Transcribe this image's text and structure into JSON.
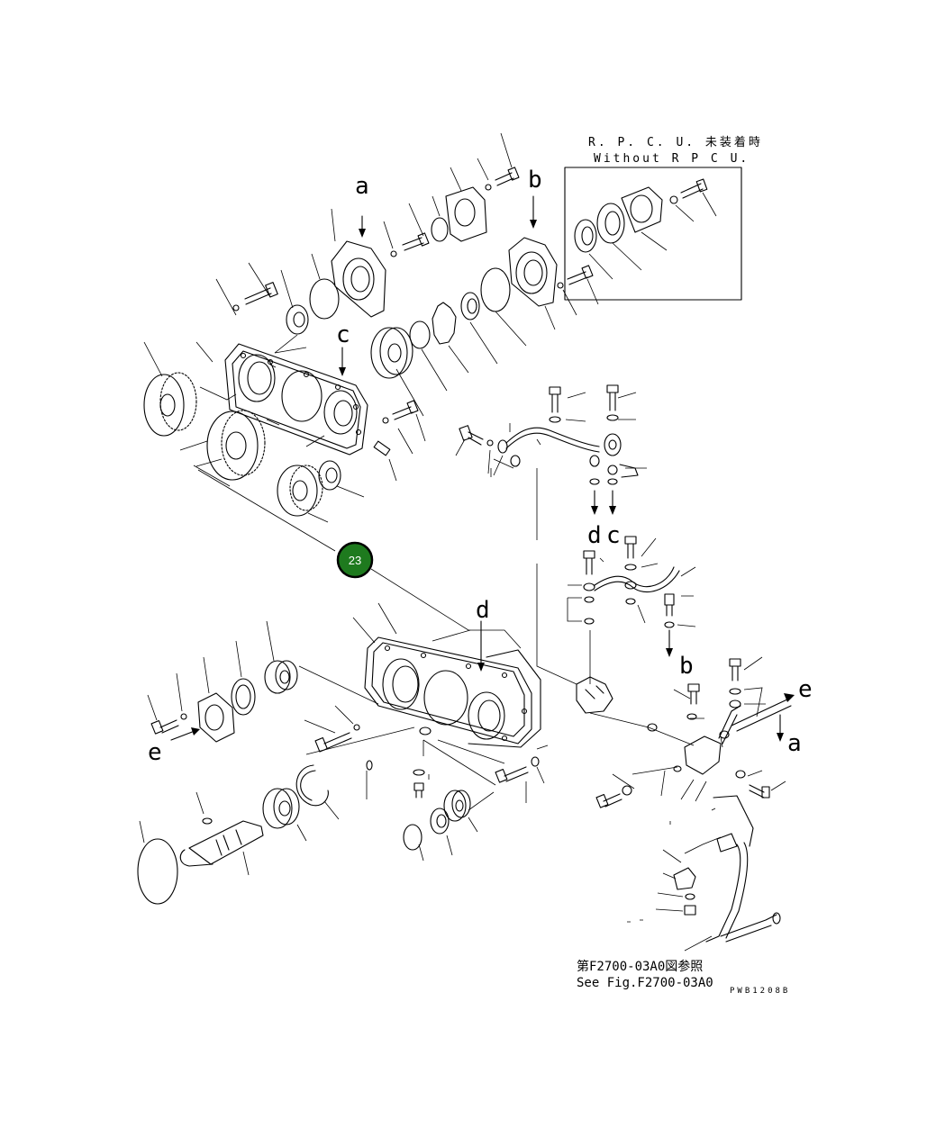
{
  "labels": {
    "a_top": "a",
    "b_top": "b",
    "c_top": "c",
    "d_mid": "d",
    "c_mid": "c",
    "d_lower": "d",
    "b_lower": "b",
    "e_right": "e",
    "a_right": "a",
    "e_left": "e"
  },
  "inset": {
    "title_jp": "R. P. C. U. 未装着時",
    "title_en": "Without R P C U."
  },
  "callout": {
    "number": "23",
    "color": "#1e7a1e"
  },
  "reference": {
    "jp": "第F2700-03A0図参照",
    "en": "See Fig.F2700-03A0"
  },
  "drawing_code": "PWB1208B"
}
